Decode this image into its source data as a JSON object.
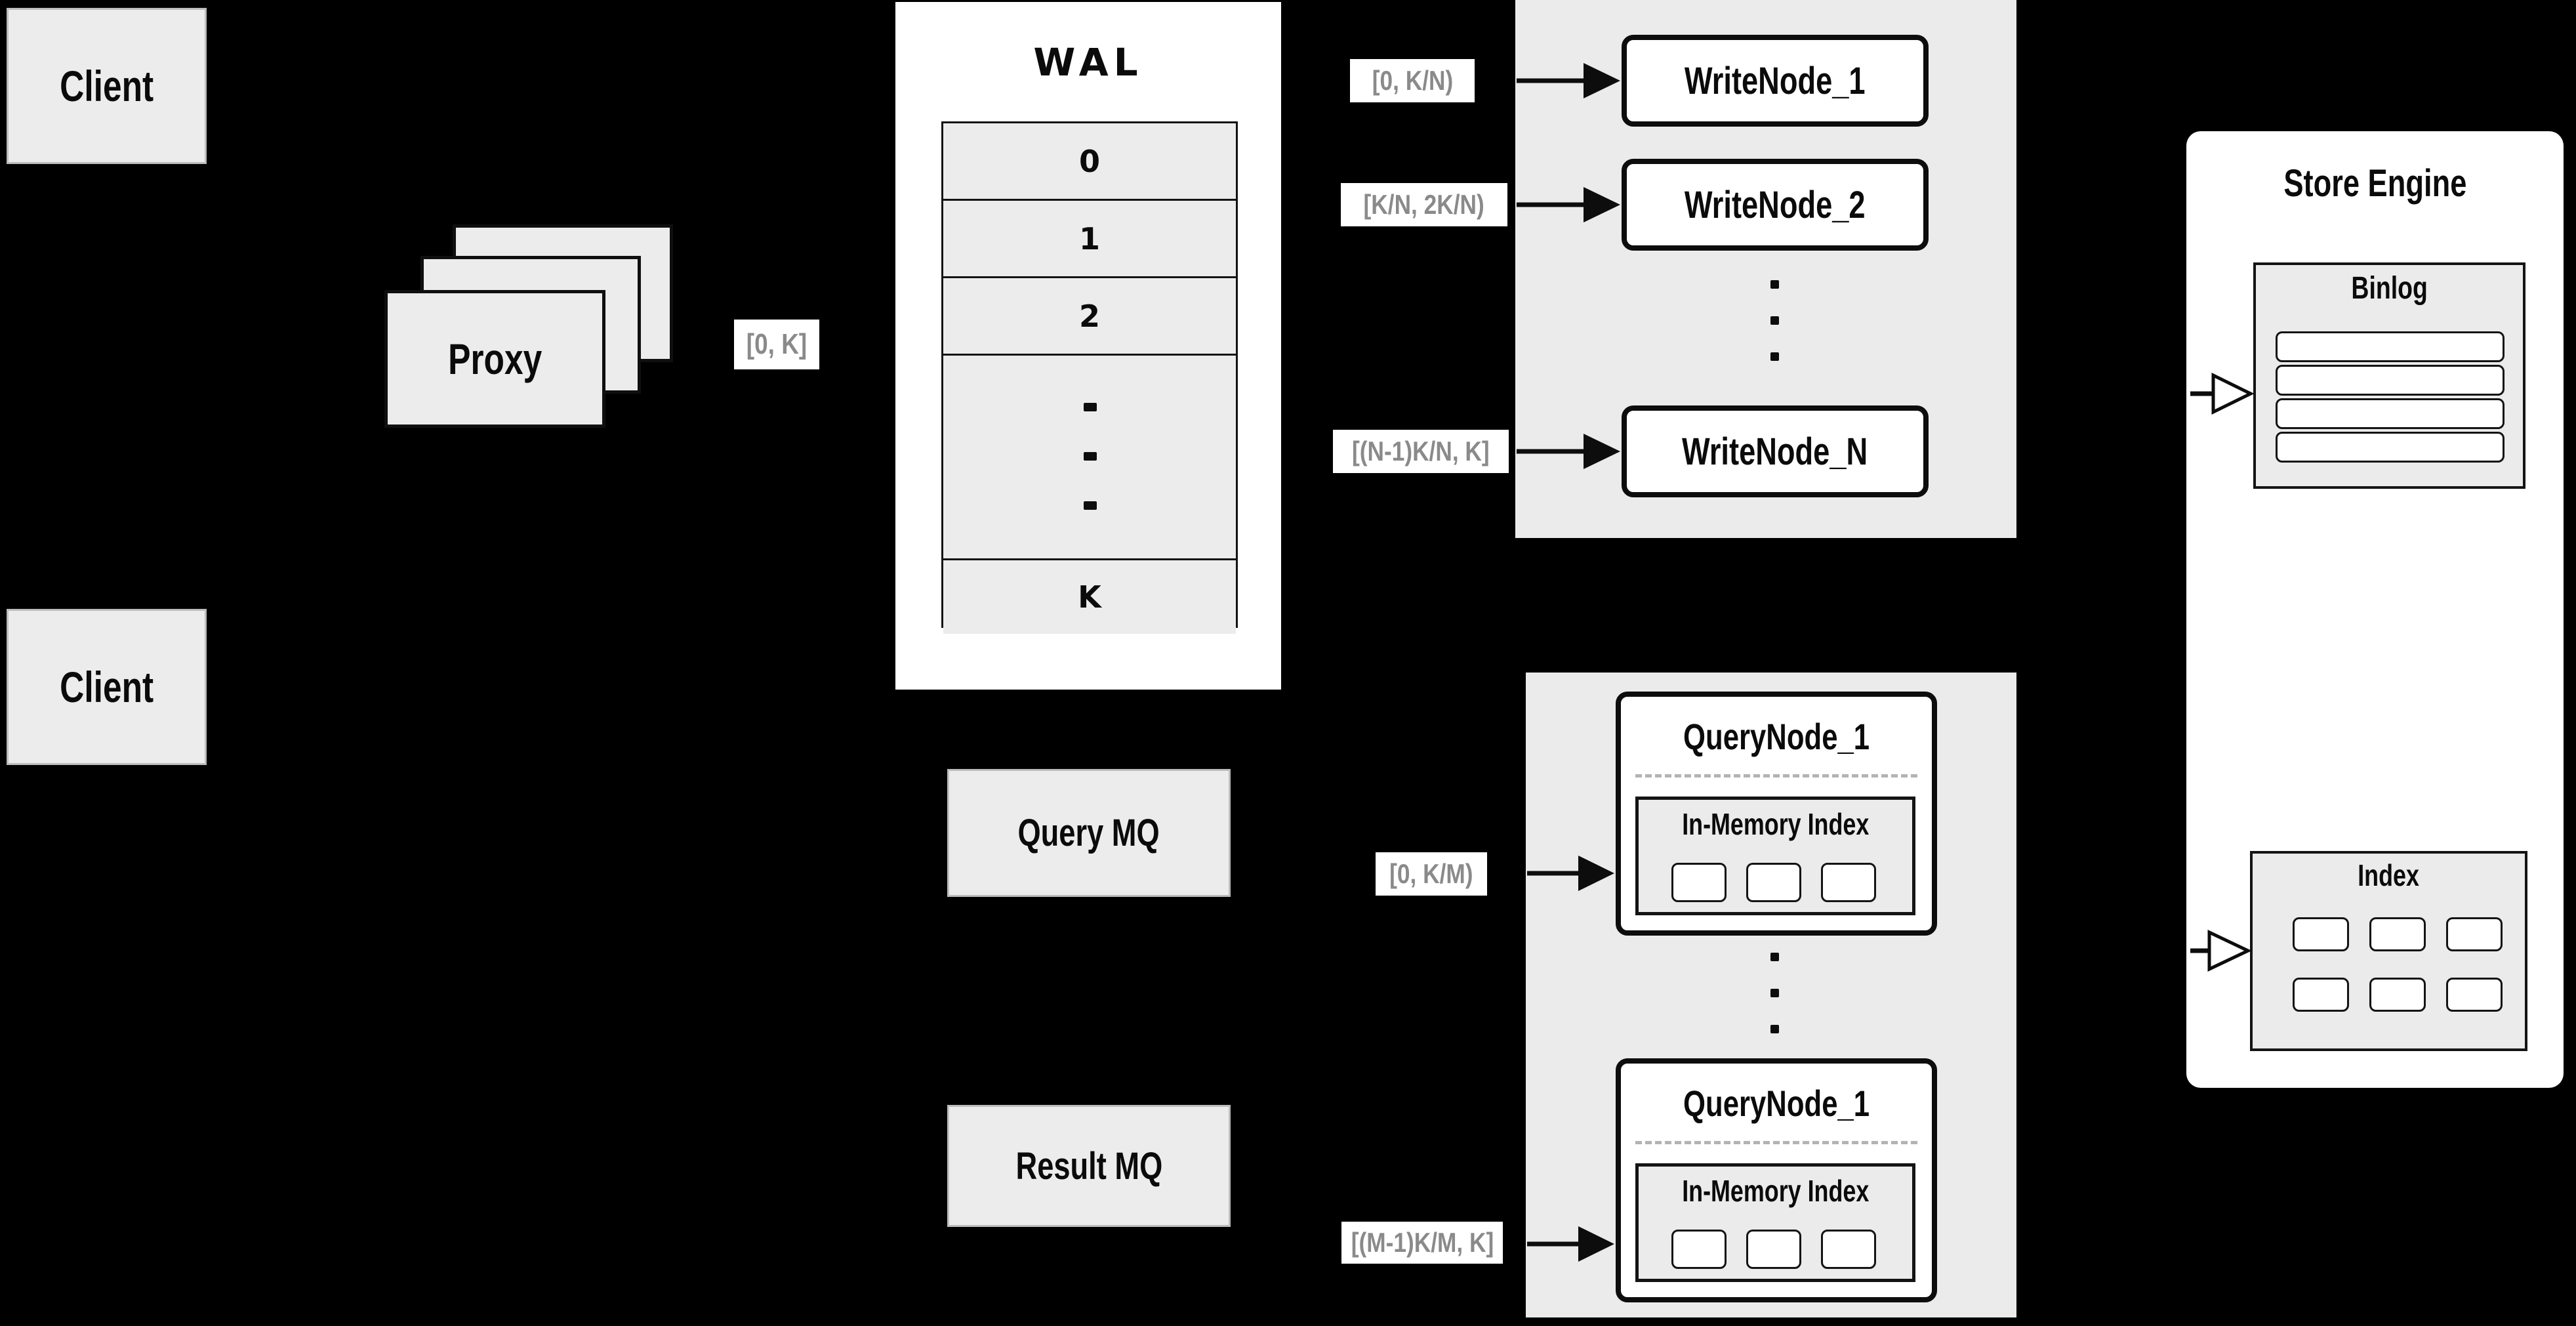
{
  "colors": {
    "background": "#000000",
    "box_fill": "#ececec",
    "panel_fill": "#ebebeb",
    "node_fill": "#ffffff",
    "line_black": "#0d0d0d",
    "range_text_gray": "#8a8a8a"
  },
  "clients": {
    "top_label": "Client",
    "bottom_label": "Client"
  },
  "proxy": {
    "label": "Proxy"
  },
  "mq": {
    "query_label": "Query MQ",
    "result_label": "Result MQ"
  },
  "wal": {
    "title": "WAL",
    "rows": [
      "0",
      "1",
      "2",
      "K"
    ]
  },
  "ranges": {
    "proxy_out": "[0, K]",
    "write_1": "[0, K/N)",
    "write_2": "[K/N, 2K/N)",
    "write_n": "[(N-1)K/N, K]",
    "query_1": "[0, K/M)",
    "query_m": "[(M-1)K/M, K]"
  },
  "write_nodes": {
    "items": [
      "WriteNode_1",
      "WriteNode_2",
      "WriteNode_N"
    ]
  },
  "query_nodes": {
    "items": [
      {
        "title": "QueryNode_1",
        "inner": "In-Memory Index"
      },
      {
        "title": "QueryNode_1",
        "inner": "In-Memory Index"
      }
    ]
  },
  "store_engine": {
    "title": "Store Engine",
    "binlog": "Binlog",
    "index": "Index"
  }
}
